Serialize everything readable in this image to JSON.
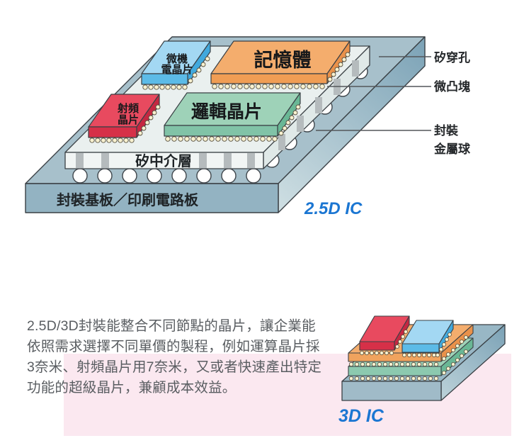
{
  "colors": {
    "accent_blue": "#1b76d2",
    "pink_panel": "#fbe8f0",
    "chip_blue_top": "#a3d8f3",
    "chip_red_top": "#e84a5f",
    "chip_orange_top": "#f4ad6d",
    "chip_green_top": "#9ed2b8",
    "substrate_top": "#a7c0cb"
  },
  "diagram_2_5d": {
    "caption": "2.5D IC",
    "chips": {
      "mems_line1": "微機",
      "mems_line2": "電晶片",
      "memory": "記憶體",
      "rf_line1": "射頻",
      "rf_line2": "晶片",
      "logic": "邏輯晶片"
    },
    "interposer": "矽中介層",
    "substrate": "封裝基板／印刷電路板",
    "callouts": {
      "tsv": "矽穿孔",
      "microbump": "微凸塊",
      "solder_line1": "封裝",
      "solder_line2": "金屬球"
    }
  },
  "intro": {
    "lines": [
      "2.5D/3D封裝能整合不同節點的晶片，讓企業能",
      "依照需求選擇不同單價的製程，例如運算晶片採",
      "3奈米、射頻晶片用7奈米，又或者快速產出特定",
      "功能的超級晶片，兼顧成本效益。"
    ]
  },
  "diagram_3d": {
    "caption": "3D IC"
  }
}
